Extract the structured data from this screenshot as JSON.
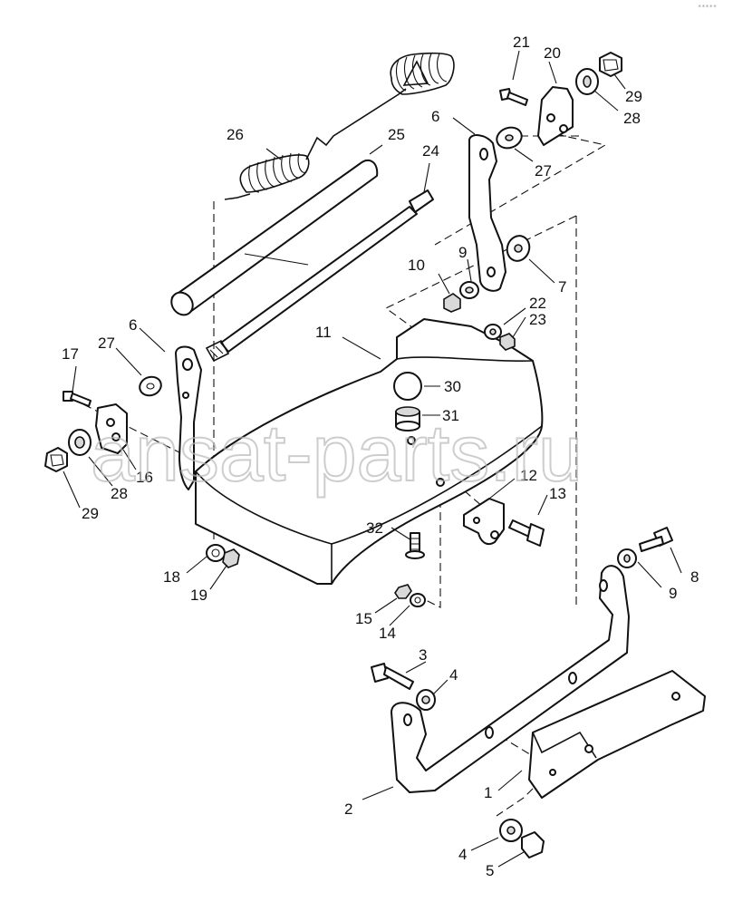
{
  "diagram": {
    "watermark": "ansat-parts.ru",
    "corner_tag": "*****",
    "labels": [
      {
        "id": "l1",
        "text": "1"
      },
      {
        "id": "l2",
        "text": "2"
      },
      {
        "id": "l3",
        "text": "3"
      },
      {
        "id": "l4a",
        "text": "4"
      },
      {
        "id": "l4b",
        "text": "4"
      },
      {
        "id": "l5",
        "text": "5"
      },
      {
        "id": "l6a",
        "text": "6"
      },
      {
        "id": "l6b",
        "text": "6"
      },
      {
        "id": "l7",
        "text": "7"
      },
      {
        "id": "l8",
        "text": "8"
      },
      {
        "id": "l9a",
        "text": "9"
      },
      {
        "id": "l9b",
        "text": "9"
      },
      {
        "id": "l10",
        "text": "10"
      },
      {
        "id": "l11",
        "text": "11"
      },
      {
        "id": "l12",
        "text": "12"
      },
      {
        "id": "l13",
        "text": "13"
      },
      {
        "id": "l14",
        "text": "14"
      },
      {
        "id": "l15",
        "text": "15"
      },
      {
        "id": "l16",
        "text": "16"
      },
      {
        "id": "l17",
        "text": "17"
      },
      {
        "id": "l18",
        "text": "18"
      },
      {
        "id": "l19",
        "text": "19"
      },
      {
        "id": "l20",
        "text": "20"
      },
      {
        "id": "l21",
        "text": "21"
      },
      {
        "id": "l22",
        "text": "22"
      },
      {
        "id": "l23",
        "text": "23"
      },
      {
        "id": "l24",
        "text": "24"
      },
      {
        "id": "l25",
        "text": "25"
      },
      {
        "id": "l26",
        "text": "26"
      },
      {
        "id": "l27a",
        "text": "27"
      },
      {
        "id": "l27b",
        "text": "27"
      },
      {
        "id": "l28a",
        "text": "28"
      },
      {
        "id": "l28b",
        "text": "28"
      },
      {
        "id": "l29a",
        "text": "29"
      },
      {
        "id": "l29b",
        "text": "29"
      },
      {
        "id": "l30",
        "text": "30"
      },
      {
        "id": "l31",
        "text": "31"
      },
      {
        "id": "l32",
        "text": "32"
      }
    ]
  }
}
